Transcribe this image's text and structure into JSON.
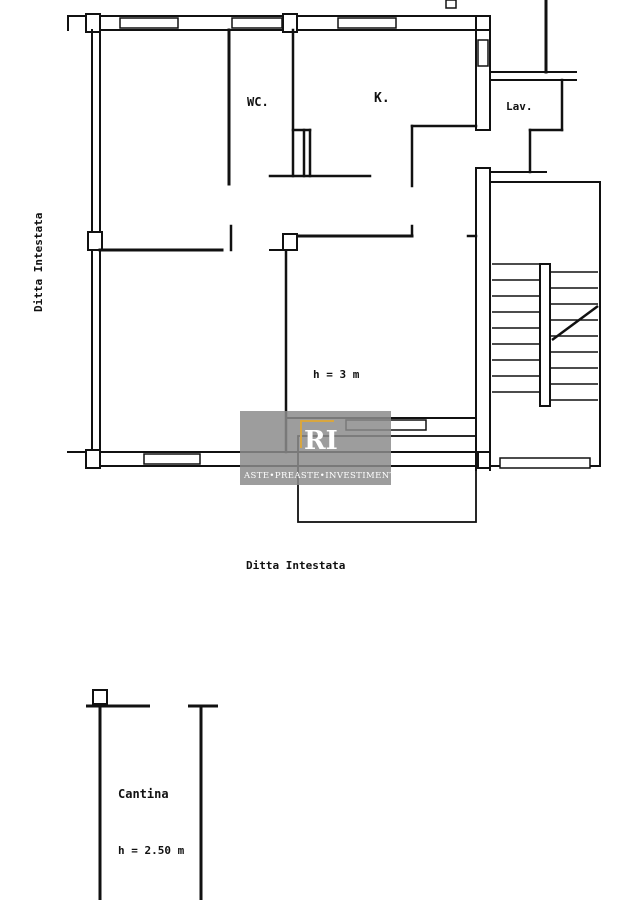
{
  "rooms": {
    "wc": "WC.",
    "kitchen": "K.",
    "laundry": "Lav.",
    "height_main": "h = 3 m",
    "cellar": "Cantina",
    "height_cellar": "h = 2.50 m"
  },
  "neighbors": {
    "left": "Ditta Intestata",
    "bottom": "Ditta Intestata"
  },
  "watermark": {
    "brand": "ASTE•PREASTE•INVESTIMENTI",
    "logo_letters": "RI"
  },
  "colors": {
    "wall": "#111111",
    "watermark_bg": "#8c8c8c",
    "logo_gold": "#d8a640"
  }
}
